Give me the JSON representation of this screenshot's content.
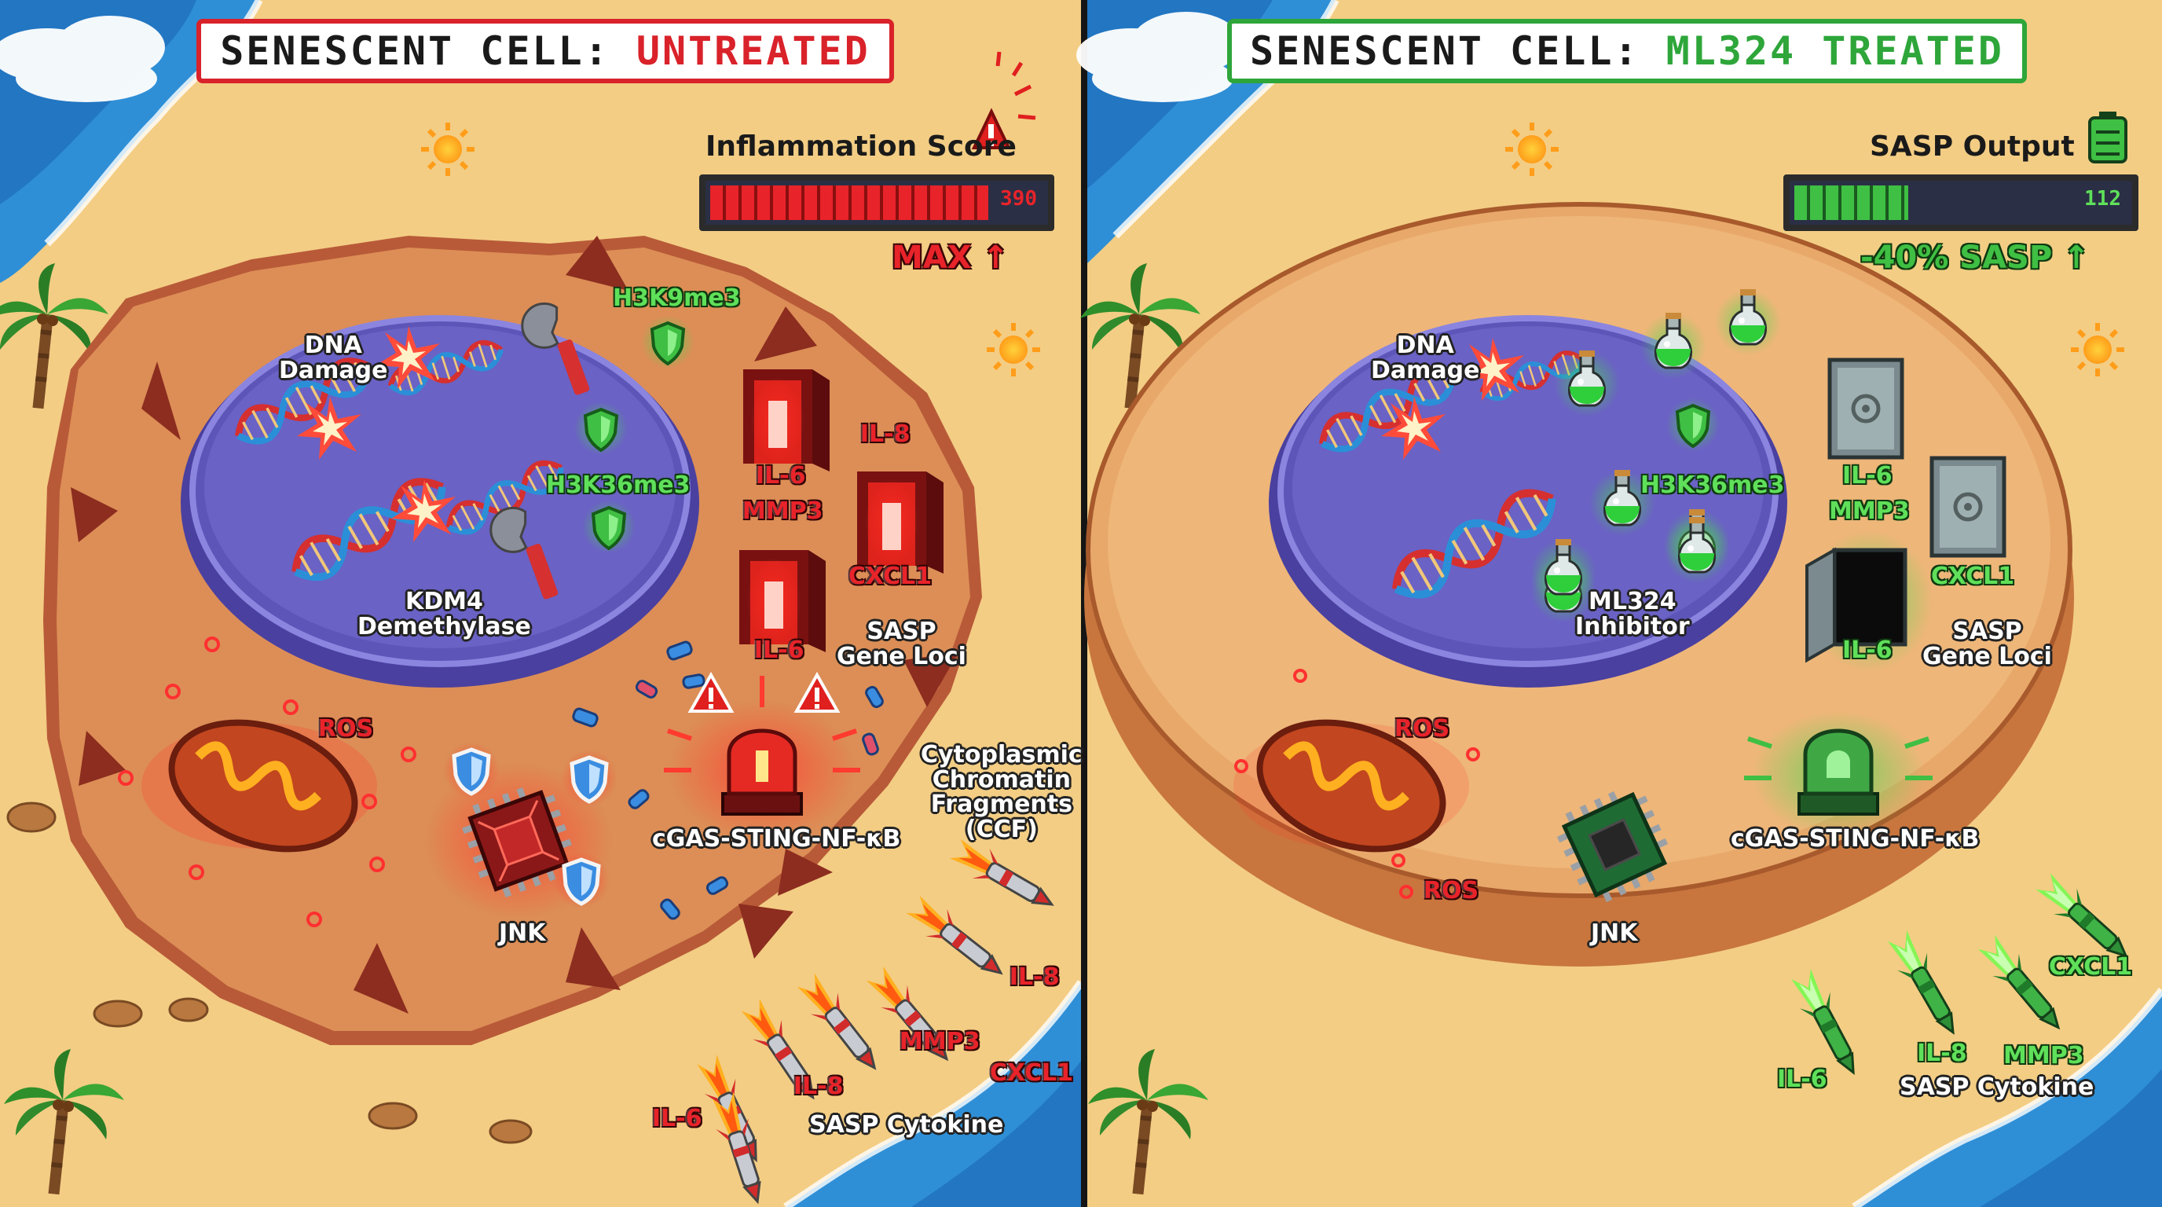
{
  "left_panel": {
    "title_prefix": "SENESCENT CELL: ",
    "title_status": "UNTREATED",
    "gauge_label": "Inflammation Score",
    "gauge_value": "390",
    "gauge_level": 0.84,
    "gauge_note": "MAX ↑",
    "labels": {
      "dna_damage": "DNA\nDamage",
      "h3k9me3": "H3K9me3",
      "h3k36me3": "H3K36me3",
      "kdm4": "KDM4\nDemethylase",
      "il8_locus": "IL-8",
      "il6_locus_top": "IL-6",
      "mmp3_locus": "MMP3",
      "cxcl1_locus": "CXCL1",
      "il6_locus_bottom": "IL-6",
      "sasp_loci": "SASP\nGene Loci",
      "ros": "ROS",
      "cgas": "cGAS-STING-NF-κB",
      "ccf": "Cytoplasmic\nChromatin\nFragments\n(CCF)",
      "jnk": "JNK",
      "missile_il8": "IL-8",
      "missile_mmp3": "MMP3",
      "missile_cxcl1": "CXCL1",
      "missile_il8b": "IL-8",
      "missile_il6": "IL-6",
      "sasp_cytokine": "SASP Cytokine"
    }
  },
  "right_panel": {
    "title_prefix": "SENESCENT CELL: ",
    "title_status": "ML324 TREATED",
    "gauge_label": "SASP Output",
    "gauge_value": "112",
    "gauge_level": 0.36,
    "gauge_note": "-40% SASP ↑",
    "labels": {
      "dna_damage": "DNA\nDamage",
      "h3k36me3": "H3K36me3",
      "ml324": "ML324\nInhibitor",
      "il6_locus_top": "IL-6",
      "mmp3_locus": "MMP3",
      "cxcl1_locus": "CXCL1",
      "il6_locus_bottom": "IL-6",
      "sasp_loci": "SASP\nGene Loci",
      "ros_top": "ROS",
      "ros_bottom": "ROS",
      "cgas": "cGAS-STING-NF-κB",
      "jnk": "JNK",
      "missile_cxcl1": "CXCL1",
      "missile_il6": "IL-6",
      "missile_il8": "IL-8",
      "missile_mmp3": "MMP3",
      "sasp_cytokine": "SASP Cytokine"
    }
  },
  "colors": {
    "untreated": "#d9222a",
    "treated": "#2ea63a",
    "sand": "#f3cd84",
    "ocean": "#2f8fd6",
    "nucleus": "#5d55b8"
  }
}
